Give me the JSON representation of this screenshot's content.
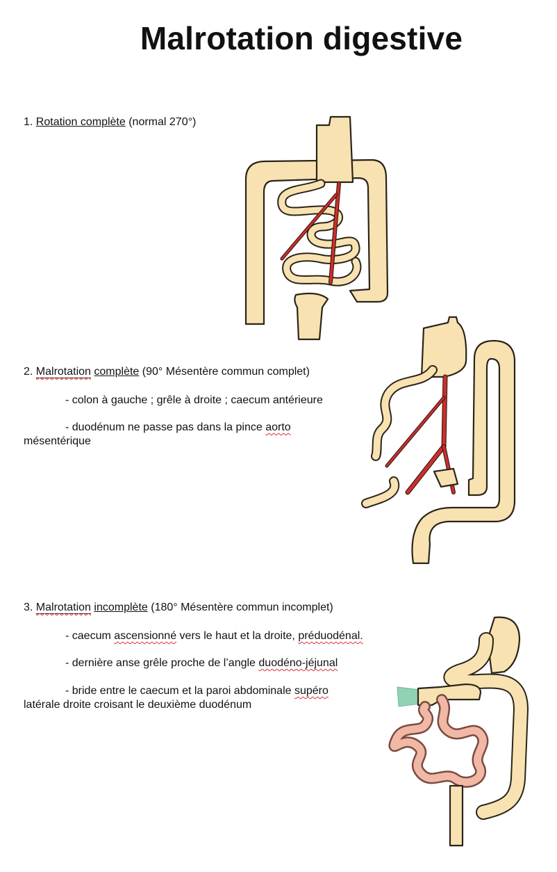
{
  "title": "Malrotation digestive",
  "sections": [
    {
      "number": "1.",
      "heading": "Rotation complète",
      "detail": "(normal 270°)",
      "bullets": []
    },
    {
      "number": "2.",
      "heading_a": "Malrotation",
      "heading_b": "complète",
      "detail": "(90° Mésentère commun complet)",
      "bullets": [
        {
          "text": "- colon à gauche ; grêle à droite ; caecum antérieure"
        },
        {
          "text_a": "- duodénum ne passe pas dans la pince",
          "flag": "aorto",
          "line2": "mésentérique"
        }
      ]
    },
    {
      "number": "3.",
      "heading_a": "Malrotation",
      "heading_b": "incomplète",
      "detail": "(180° Mésentère commun incomplet)",
      "bullets": [
        {
          "text_a": "- caecum",
          "flag": "ascensionné",
          "text_b": "vers le haut et la droite,",
          "flag2": "préduodénal."
        },
        {
          "text_a": "- dernière anse grêle proche de l’angle",
          "flag": "duodéno-jéjunal"
        },
        {
          "text_a": "- bride entre le caecum et la paroi abdominale",
          "flag": "supéro",
          "line2": "latérale droite croisant le deuxième duodénum"
        }
      ]
    }
  ],
  "colors": {
    "intestine": "#f8e2b2",
    "outline": "#2a2418",
    "vessel": "#c9302a",
    "small_bowel_pink": "#f1b8a6",
    "band_green": "#8fd3b4"
  }
}
